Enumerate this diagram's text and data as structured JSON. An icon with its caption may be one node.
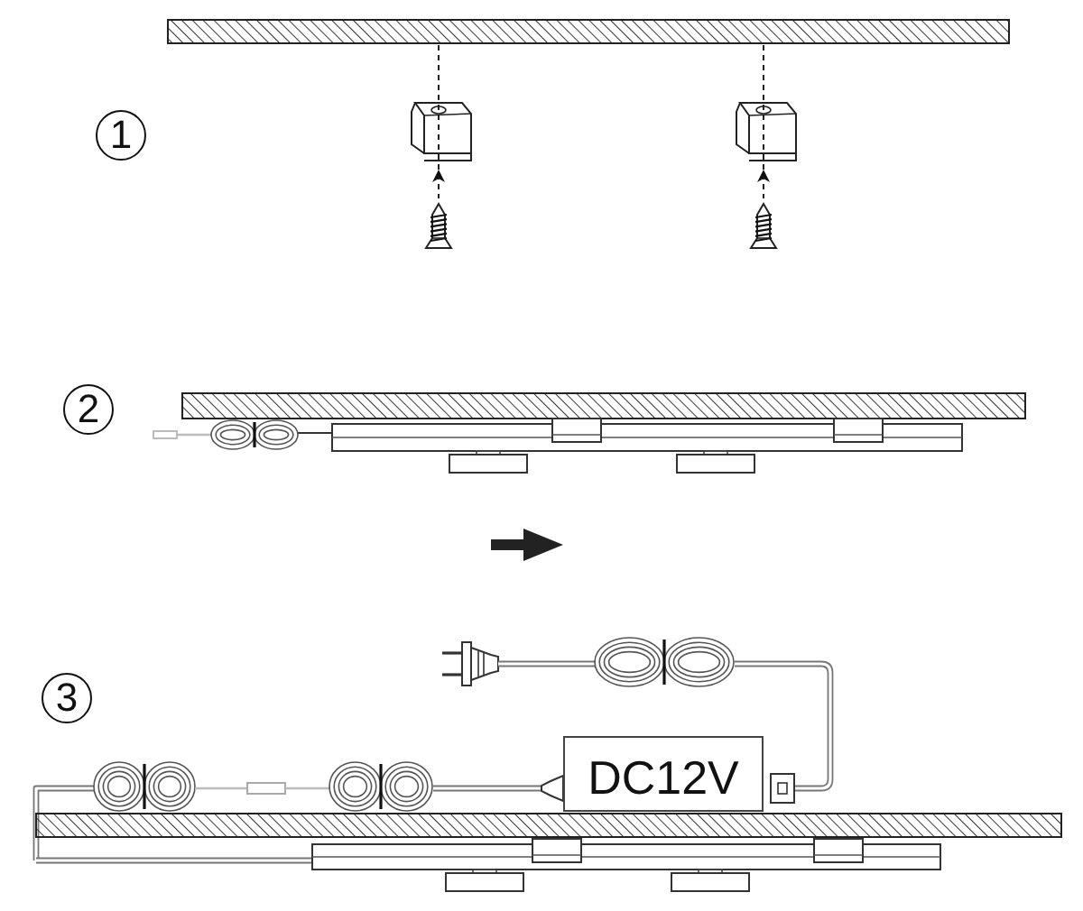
{
  "diagram": {
    "nodes": [
      {
        "text": [
          "1"
        ]
      },
      {
        "text": [
          "2"
        ]
      },
      {
        "text": [
          "3"
        ]
      },
      {
        "text": [
          "DC12V"
        ]
      }
    ]
  }
}
